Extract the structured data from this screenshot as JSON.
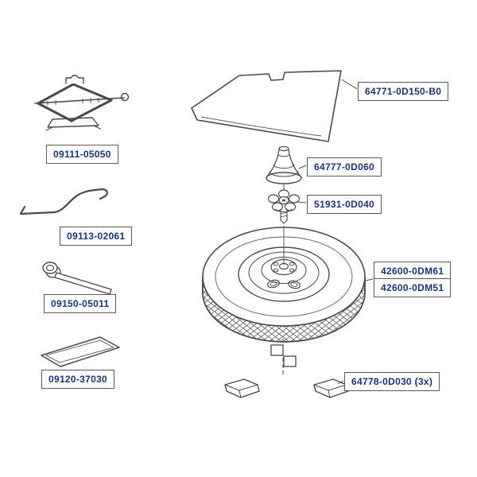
{
  "colors": {
    "label_text": "#17357a",
    "label_border": "#5a5a5a",
    "line_art": "#4a4a4a",
    "background": "#ffffff"
  },
  "parts": {
    "scissor_jack": {
      "label": "09111-05050"
    },
    "jack_handle": {
      "label": "09113-02061"
    },
    "lug_wrench": {
      "label": "09150-05011"
    },
    "tool_bag": {
      "label": "09120-37030"
    },
    "trunk_mat": {
      "label": "64771-0D150-B0"
    },
    "spacer_cone": {
      "label": "64777-0D060"
    },
    "wing_bolt": {
      "label": "51931-0D040"
    },
    "spare_wheel_a": {
      "label": "42600-0DM61"
    },
    "spare_wheel_b": {
      "label": "42600-0DM51"
    },
    "chock_set": {
      "label": "64778-0D030 (3x)"
    }
  }
}
